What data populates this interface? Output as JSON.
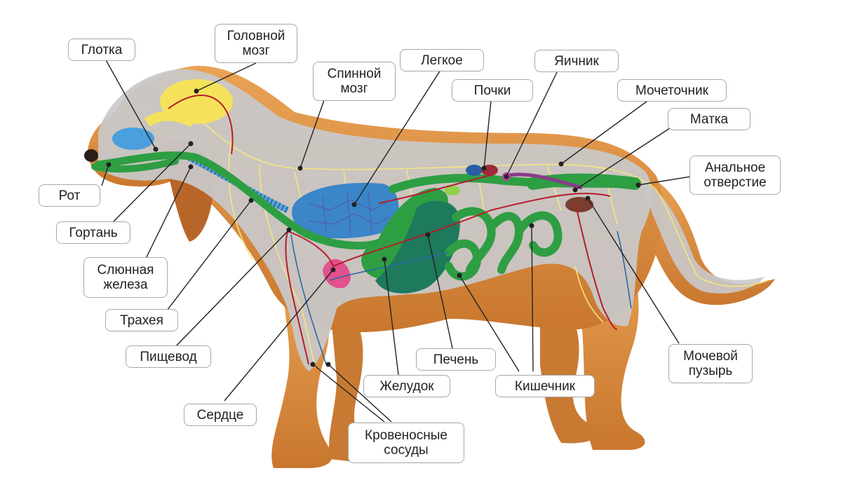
{
  "diagram": {
    "labels": {
      "pharynx": "Глотка",
      "brain": "Головной\nмозг",
      "spinal_cord": "Спинной\nмозг",
      "lung": "Легкое",
      "kidneys": "Почки",
      "ovary": "Яичник",
      "ureter": "Мочеточник",
      "uterus": "Матка",
      "anus": "Анальное\nотверстие",
      "mouth": "Рот",
      "larynx": "Гортань",
      "salivary_gland": "Слюнная\nжелеза",
      "trachea": "Трахея",
      "esophagus": "Пищевод",
      "heart": "Сердце",
      "stomach": "Желудок",
      "liver": "Печень",
      "intestine": "Кишечник",
      "bladder": "Мочевой\nпузырь",
      "vessels": "Кровеносные\nсосуды"
    },
    "colors": {
      "fur": "#d98c3f",
      "fur_dark": "#b8652a",
      "body_overlay": "#c9c9cb",
      "brain": "#f5e25a",
      "digestive": "#2e9e43",
      "digestive_dark": "#1f7a33",
      "liver": "#1d7a5c",
      "lung": "#3a86c8",
      "heart": "#e2508e",
      "blood": "#b81c2c",
      "nerve": "#f4e680",
      "bladder": "#7a3e2e",
      "label_border": "#a8a8a8",
      "leader": "#222222"
    }
  }
}
